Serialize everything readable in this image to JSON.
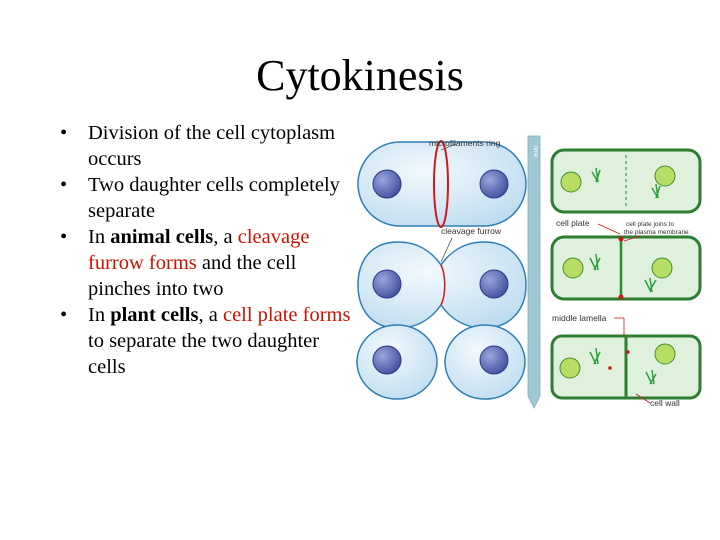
{
  "slide": {
    "title": "Cytokinesis",
    "bullets": [
      {
        "parts": [
          {
            "text": "Division of the cell cytoplasm occurs"
          }
        ]
      },
      {
        "parts": [
          {
            "text": "Two daughter cells completely separate"
          }
        ]
      },
      {
        "parts": [
          {
            "text": "In "
          },
          {
            "text": "animal cells",
            "style": "bold"
          },
          {
            "text": ", a "
          },
          {
            "text": "cleavage furrow forms",
            "style": "red-bold"
          },
          {
            "text": " and the cell pinches into two"
          }
        ]
      },
      {
        "parts": [
          {
            "text": "In "
          },
          {
            "text": "plant cells",
            "style": "bold"
          },
          {
            "text": ", a "
          },
          {
            "text": "cell plate forms",
            "style": "red-bold"
          },
          {
            "text": " to separate the two daughter cells"
          }
        ]
      }
    ]
  },
  "figure": {
    "labels": {
      "microfilaments_ring": "microfilaments ring",
      "cleavage_furrow": "cleavage furrow",
      "cell_plate": "cell plate",
      "cell_plate_joins": "cell plate joins to",
      "plasma_membrane": "the plasma membrane",
      "middle_lamella": "middle lamella",
      "cell_wall": "cell wall",
      "time_arrow": "time"
    },
    "colors": {
      "animal_cell_fill": "#d6eaf6",
      "animal_cell_stroke": "#2f7fb5",
      "nucleus_fill": "#5d6bb8",
      "ring": "#d01a1a",
      "plant_cell_fill": "#dff0dc",
      "plant_wall": "#2e7d32",
      "chloroplast": "#9ccc3c",
      "spindle": "#2e9e3e",
      "arrow": "#9fc8d4",
      "pointer": "#d01a1a"
    }
  }
}
